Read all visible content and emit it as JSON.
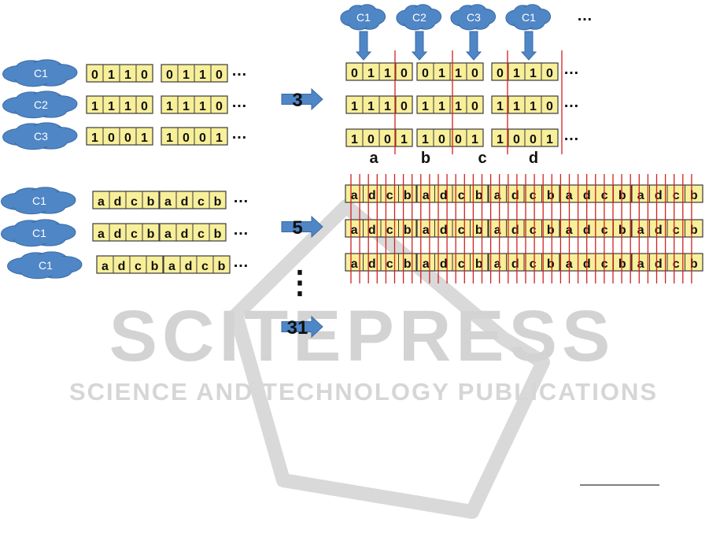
{
  "colors": {
    "cell_fill": "#f8ef9a",
    "cell_stroke": "#3a3a3a",
    "cloud_fill": "#4f86c6",
    "cloud_stroke": "#3a6aa5",
    "arrow_fill": "#4f86c6",
    "divider": "#d42020",
    "watermark": "#d3d3d3"
  },
  "watermark": {
    "title": "SCITEPRESS",
    "subtitle": "SCIENCE AND TECHNOLOGY PUBLICATIONS"
  },
  "ellipsis": "…",
  "left_binary": [
    {
      "cloud": "C1",
      "bits": [
        "0",
        "1",
        "1",
        "0",
        "0",
        "1",
        "1",
        "0"
      ]
    },
    {
      "cloud": "C2",
      "bits": [
        "1",
        "1",
        "1",
        "0",
        "1",
        "1",
        "1",
        "0"
      ]
    },
    {
      "cloud": "C3",
      "bits": [
        "1",
        "0",
        "0",
        "1",
        "1",
        "0",
        "0",
        "1"
      ]
    }
  ],
  "left_letters": [
    {
      "cloud": "C1",
      "cells": [
        "a",
        "d",
        "c",
        "b",
        "a",
        "d",
        "c",
        "b"
      ]
    },
    {
      "cloud": "C1",
      "cells": [
        "a",
        "d",
        "c",
        "b",
        "a",
        "d",
        "c",
        "b"
      ]
    },
    {
      "cloud": "C1",
      "cells": [
        "a",
        "d",
        "c",
        "b",
        "a",
        "d",
        "c",
        "b"
      ]
    }
  ],
  "steps": [
    "3",
    "5",
    "31"
  ],
  "vertical_dots": "⋮",
  "top_clouds": [
    "C1",
    "C2",
    "C3",
    "C1"
  ],
  "right_binary": [
    {
      "bits": [
        "0",
        "1",
        "1",
        "0",
        "0",
        "1",
        "1",
        "0",
        "0",
        "1",
        "1",
        "0"
      ]
    },
    {
      "bits": [
        "1",
        "1",
        "1",
        "0",
        "1",
        "1",
        "1",
        "0",
        "1",
        "1",
        "1",
        "0"
      ]
    },
    {
      "bits": [
        "1",
        "0",
        "0",
        "1",
        "1",
        "0",
        "0",
        "1",
        "1",
        "0",
        "0",
        "1"
      ]
    }
  ],
  "group_labels": [
    "a",
    "b",
    "c",
    "d"
  ],
  "right_letters": [
    {
      "cells": [
        "a",
        "d",
        "c",
        "b",
        "a",
        "d",
        "c",
        "b",
        "a",
        "d",
        "c",
        "b",
        "a",
        "d",
        "c",
        "b",
        "a",
        "d",
        "c",
        "b"
      ]
    },
    {
      "cells": [
        "a",
        "d",
        "c",
        "b",
        "a",
        "d",
        "c",
        "b",
        "a",
        "d",
        "c",
        "b",
        "a",
        "d",
        "c",
        "b",
        "a",
        "d",
        "c",
        "b"
      ]
    },
    {
      "cells": [
        "a",
        "d",
        "c",
        "b",
        "a",
        "d",
        "c",
        "b",
        "a",
        "d",
        "c",
        "b",
        "a",
        "d",
        "c",
        "b",
        "a",
        "d",
        "c",
        "b"
      ]
    }
  ]
}
